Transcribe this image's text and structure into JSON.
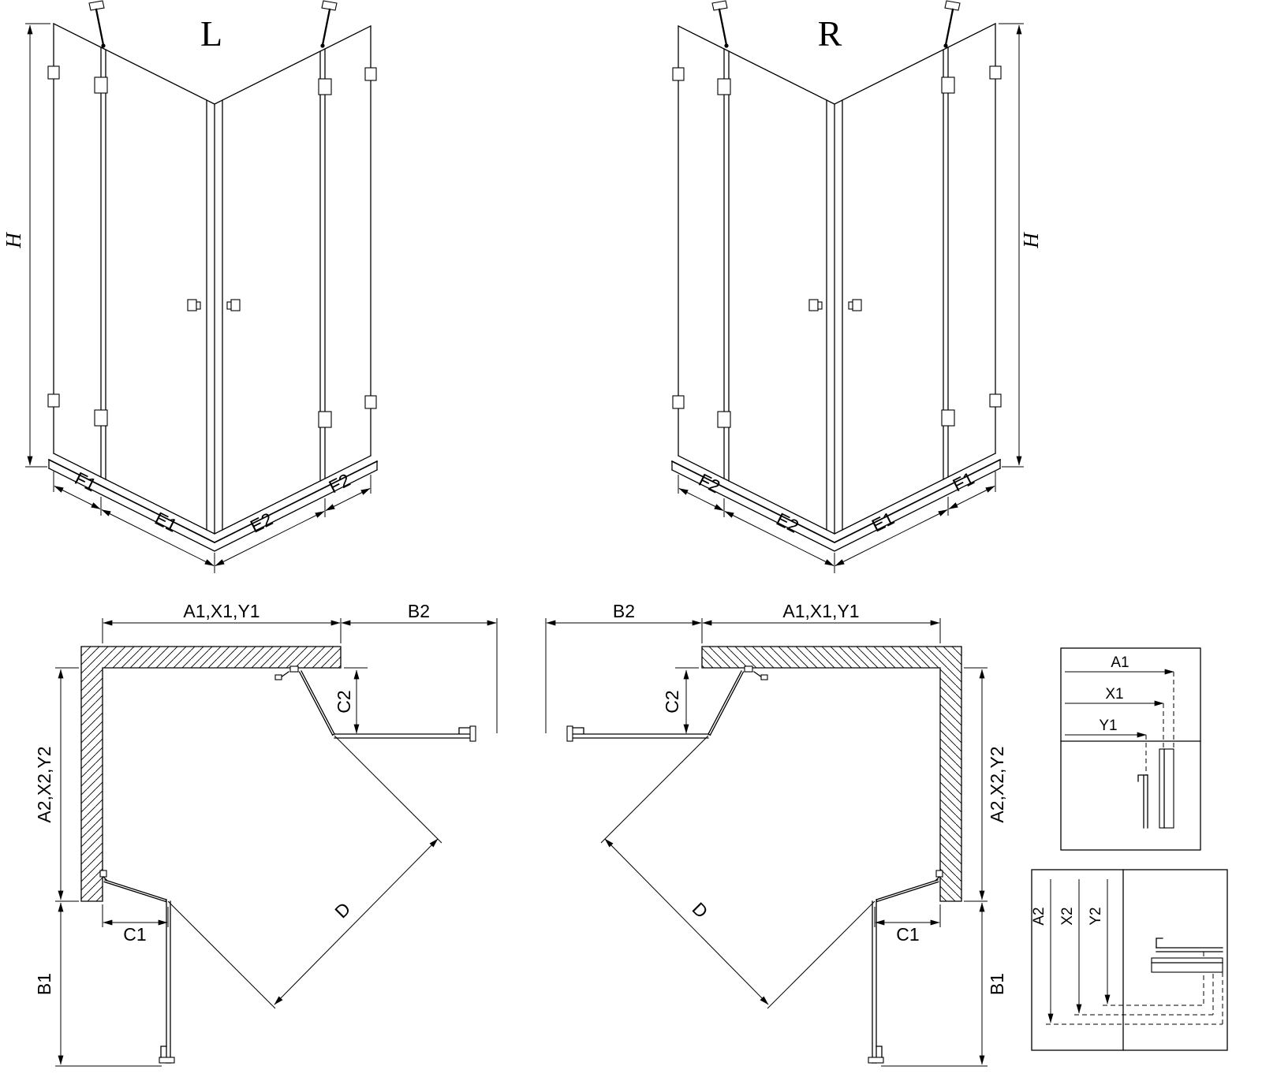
{
  "page": {
    "background": "#ffffff",
    "line_color": "#000000"
  },
  "iso_left": {
    "title": "L",
    "dim_h": "H",
    "dim_f1": "F1",
    "dim_e1": "E1",
    "dim_e2": "E2",
    "dim_f2": "F2"
  },
  "iso_right": {
    "title": "R",
    "dim_h": "H",
    "dim_f2": "F2",
    "dim_e2": "E2",
    "dim_e1": "E1",
    "dim_f1": "F1"
  },
  "plan_left": {
    "dim_width_top": "A1,X1,Y1",
    "dim_b2": "B2",
    "dim_c2": "C2",
    "dim_depth_side": "A2,X2,Y2",
    "dim_c1": "C1",
    "dim_b1": "B1",
    "dim_d": "D"
  },
  "plan_right": {
    "dim_b2": "B2",
    "dim_width_top": "A1,X1,Y1",
    "dim_c2": "C2",
    "dim_depth_side": "A2,X2,Y2",
    "dim_c1": "C1",
    "dim_b1": "B1",
    "dim_d": "D"
  },
  "detail_top": {
    "dim_a1": "A1",
    "dim_x1": "X1",
    "dim_y1": "Y1"
  },
  "detail_bottom": {
    "dim_a2": "A2",
    "dim_x2": "X2",
    "dim_y2": "Y2"
  }
}
